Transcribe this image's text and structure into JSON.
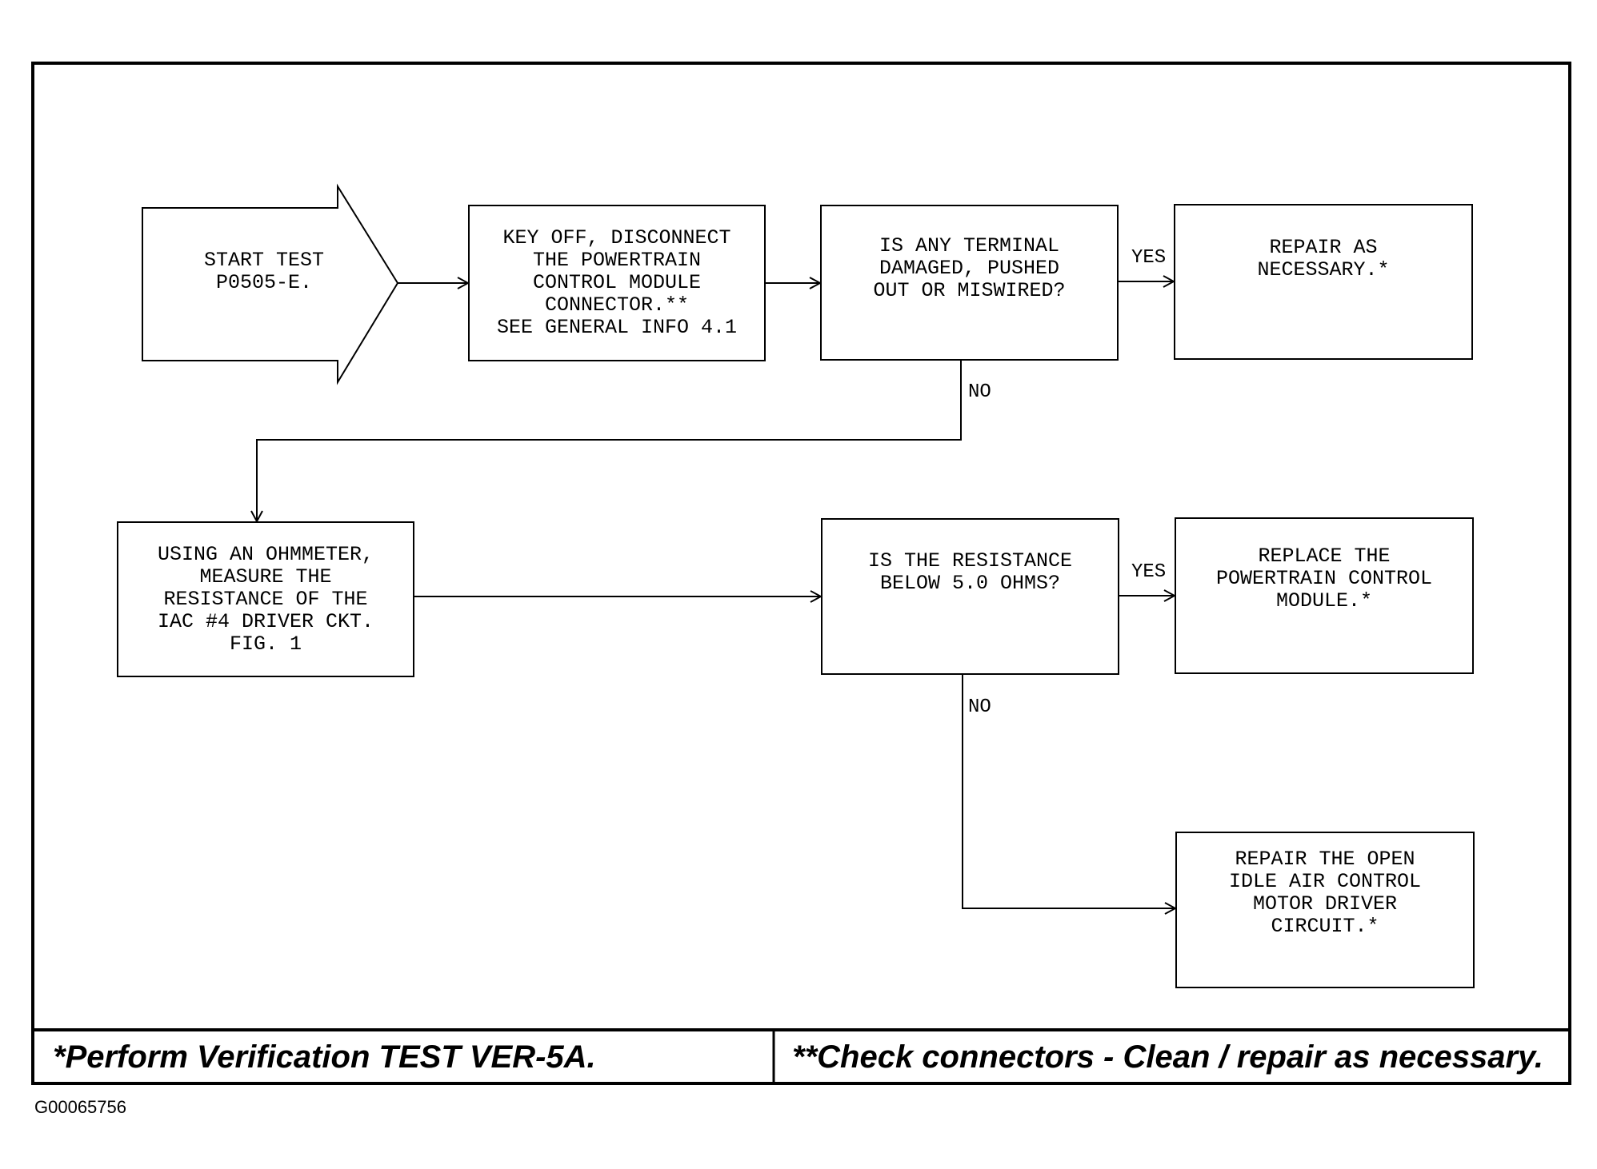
{
  "flowchart": {
    "start": "START TEST\nP0505-E.",
    "step_disconnect": "KEY OFF, DISCONNECT\nTHE POWERTRAIN\nCONTROL MODULE\nCONNECTOR.**\nSEE GENERAL INFO 4.1",
    "q_terminal": "IS ANY TERMINAL\nDAMAGED, PUSHED\nOUT OR MISWIRED?",
    "repair_necessary": "REPAIR AS\nNECESSARY.*",
    "step_ohmmeter": "USING AN OHMMETER,\nMEASURE THE\nRESISTANCE OF THE\nIAC #4 DRIVER CKT.\nFIG. 1",
    "q_resistance": "IS THE RESISTANCE\nBELOW 5.0 OHMS?",
    "replace_pcm": "REPLACE THE\nPOWERTRAIN CONTROL\nMODULE.*",
    "repair_open": "REPAIR THE OPEN\nIDLE AIR CONTROL\nMOTOR DRIVER\nCIRCUIT.*",
    "labels": {
      "yes_1": "YES",
      "no_1": "NO",
      "yes_2": "YES",
      "no_2": "NO"
    }
  },
  "footer": {
    "note_verify": "*Perform Verification TEST VER-5A.",
    "note_connectors": "**Check connectors - Clean / repair as necessary."
  },
  "figure_id": "G00065756"
}
